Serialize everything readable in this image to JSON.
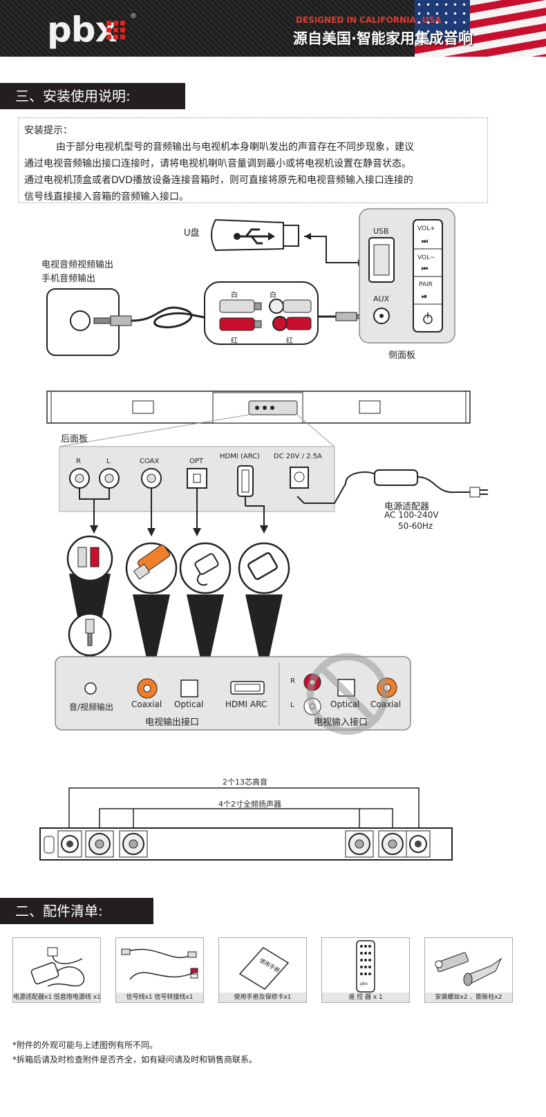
{
  "banner": {
    "logo_text": "pbx",
    "reg_mark": "®",
    "designed": "DESIGNED IN CALIFORNIA, USA",
    "slogan": "源自美国·智能家用集成音响"
  },
  "section_install": {
    "title": "三、安装使用说明:",
    "tip_heading": "安装提示：",
    "tip_line1": "由于部分电视机型号的音频输出与电视机本身喇叭发出的声音存在不同步现象，建议",
    "tip_line2": "通过电视音频输出接口连接时，请将电视机喇叭音量调到最小或将电视机设置在静音状态。",
    "tip_line3": "通过电视机顶盒或者DVD播放设备连接音箱时，则可直接将原先和电视音频输入接口连接的",
    "tip_line4": "信号线直接接入音箱的音频输入接口。"
  },
  "diagram_side": {
    "usb_label": "U盘",
    "source_label1": "电视音频视频输出",
    "source_label2": "手机音频输出",
    "white1": "白",
    "white2": "白",
    "red1": "红",
    "red2": "红",
    "panel_usb": "USB",
    "panel_aux": "AUX",
    "btn_volp": "VOL+",
    "btn_volm": "VOL−",
    "btn_pair": "PAIR",
    "panel_caption": "侧面板"
  },
  "diagram_rear": {
    "rear_label": "后面板",
    "port_r": "R",
    "port_l": "L",
    "port_coax": "COAX",
    "port_opt": "OPT",
    "port_hdmi": "HDMI (ARC)",
    "port_dc": "DC 20V / 2.5A",
    "adapter_line1": "电源适配器",
    "adapter_line2": "AC 100-240V",
    "adapter_line3": "50-60Hz"
  },
  "diagram_tv": {
    "av_out": "音/视频输出",
    "coaxial": "Coaxial",
    "optical": "Optical",
    "hdmi_arc": "HDMI ARC",
    "tv_out_caption": "电视输出接口",
    "in_r": "R",
    "in_l": "L",
    "in_optical": "Optical",
    "in_coaxial": "Coaxial",
    "tv_in_caption": "电视输入接口"
  },
  "diagram_speakers": {
    "tweeter_label": "2个13芯高音",
    "woofer_label": "4个2寸全频扬声器"
  },
  "section_acc": {
    "title": "二、配件清单:",
    "items": [
      {
        "caption": "电源适配器x1  低音炮电源线 x1"
      },
      {
        "caption": "信号线x1  信号转接线x1"
      },
      {
        "caption": "使用手册及保修卡x1"
      },
      {
        "caption": "遥 控 器 x 1"
      },
      {
        "caption": "安装螺丝x2 、膨胀柱x2"
      }
    ],
    "manual_text": "使用手册",
    "remote_logo": "pbx"
  },
  "notes": {
    "note1": "*附件的外观可能与上述图例有所不同。",
    "note2": "*拆箱后请及时检查附件是否齐全，如有疑问请及时和销售商联系。"
  },
  "colors": {
    "dark": "#231f20",
    "red_plug": "#c8102e",
    "orange": "#f07f2a",
    "panel_grey": "#e6e6e6"
  }
}
